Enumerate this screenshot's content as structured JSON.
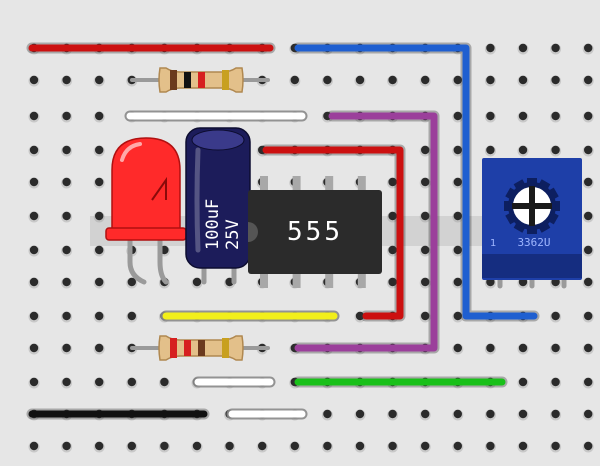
{
  "breadboard": {
    "background_color": "#e6e6e6",
    "center_channel_color": "#d2d2d2",
    "hole_color": "#2b2b2b",
    "hole_shadow_color": "#9a9a9a",
    "rows": 13,
    "columns": 18
  },
  "components": {
    "ic": {
      "label": "555",
      "body_color": "#2b2b2b",
      "text_color": "#ffffff",
      "pins_per_side": 4
    },
    "capacitor": {
      "label_value": "100uF",
      "label_voltage": "25V",
      "body_color": "#1c1c5a",
      "text_color": "#ffffff"
    },
    "led": {
      "color": "#ff2a2a"
    },
    "potentiometer": {
      "label": "3362U",
      "body_color": "#1e3fa8"
    },
    "resistors": [
      {
        "name": "resistor-top",
        "bands": [
          "#6b3a1e",
          "#111111",
          "#d62020",
          "#c8a020"
        ]
      },
      {
        "name": "resistor-bottom",
        "bands": [
          "#d62020",
          "#d62020",
          "#6b3a1e",
          "#c8a020"
        ]
      }
    ]
  },
  "wires": [
    {
      "name": "wire-red-power-rail",
      "color": "#cc1010"
    },
    {
      "name": "wire-blue-pot",
      "color": "#1f5fd0"
    },
    {
      "name": "wire-white-top",
      "color": "#ffffff"
    },
    {
      "name": "wire-purple",
      "color": "#9b3f9b"
    },
    {
      "name": "wire-red-ic",
      "color": "#cc1010"
    },
    {
      "name": "wire-yellow",
      "color": "#f2ef1a"
    },
    {
      "name": "wire-white-middle",
      "color": "#ffffff"
    },
    {
      "name": "wire-green",
      "color": "#19c019"
    },
    {
      "name": "wire-black-ground",
      "color": "#111111"
    },
    {
      "name": "wire-white-bottom",
      "color": "#ffffff"
    }
  ]
}
